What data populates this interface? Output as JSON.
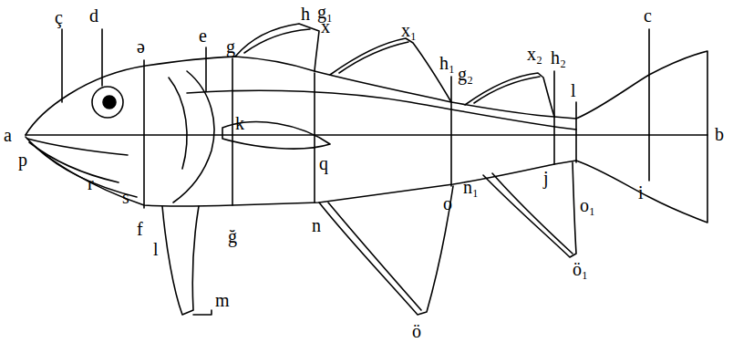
{
  "diagram": {
    "labels": [
      "a",
      "ç",
      "d",
      "ə",
      "e",
      "g",
      "h",
      "g₁",
      "x",
      "x₁",
      "h₁",
      "g₂",
      "x₂",
      "h₂",
      "l",
      "c",
      "b",
      "k",
      "q",
      "p",
      "r",
      "s",
      "f",
      "l",
      "m",
      "ğ",
      "n",
      "ö",
      "o",
      "n₁",
      "ö₁",
      "o₁",
      "i",
      "j"
    ]
  }
}
